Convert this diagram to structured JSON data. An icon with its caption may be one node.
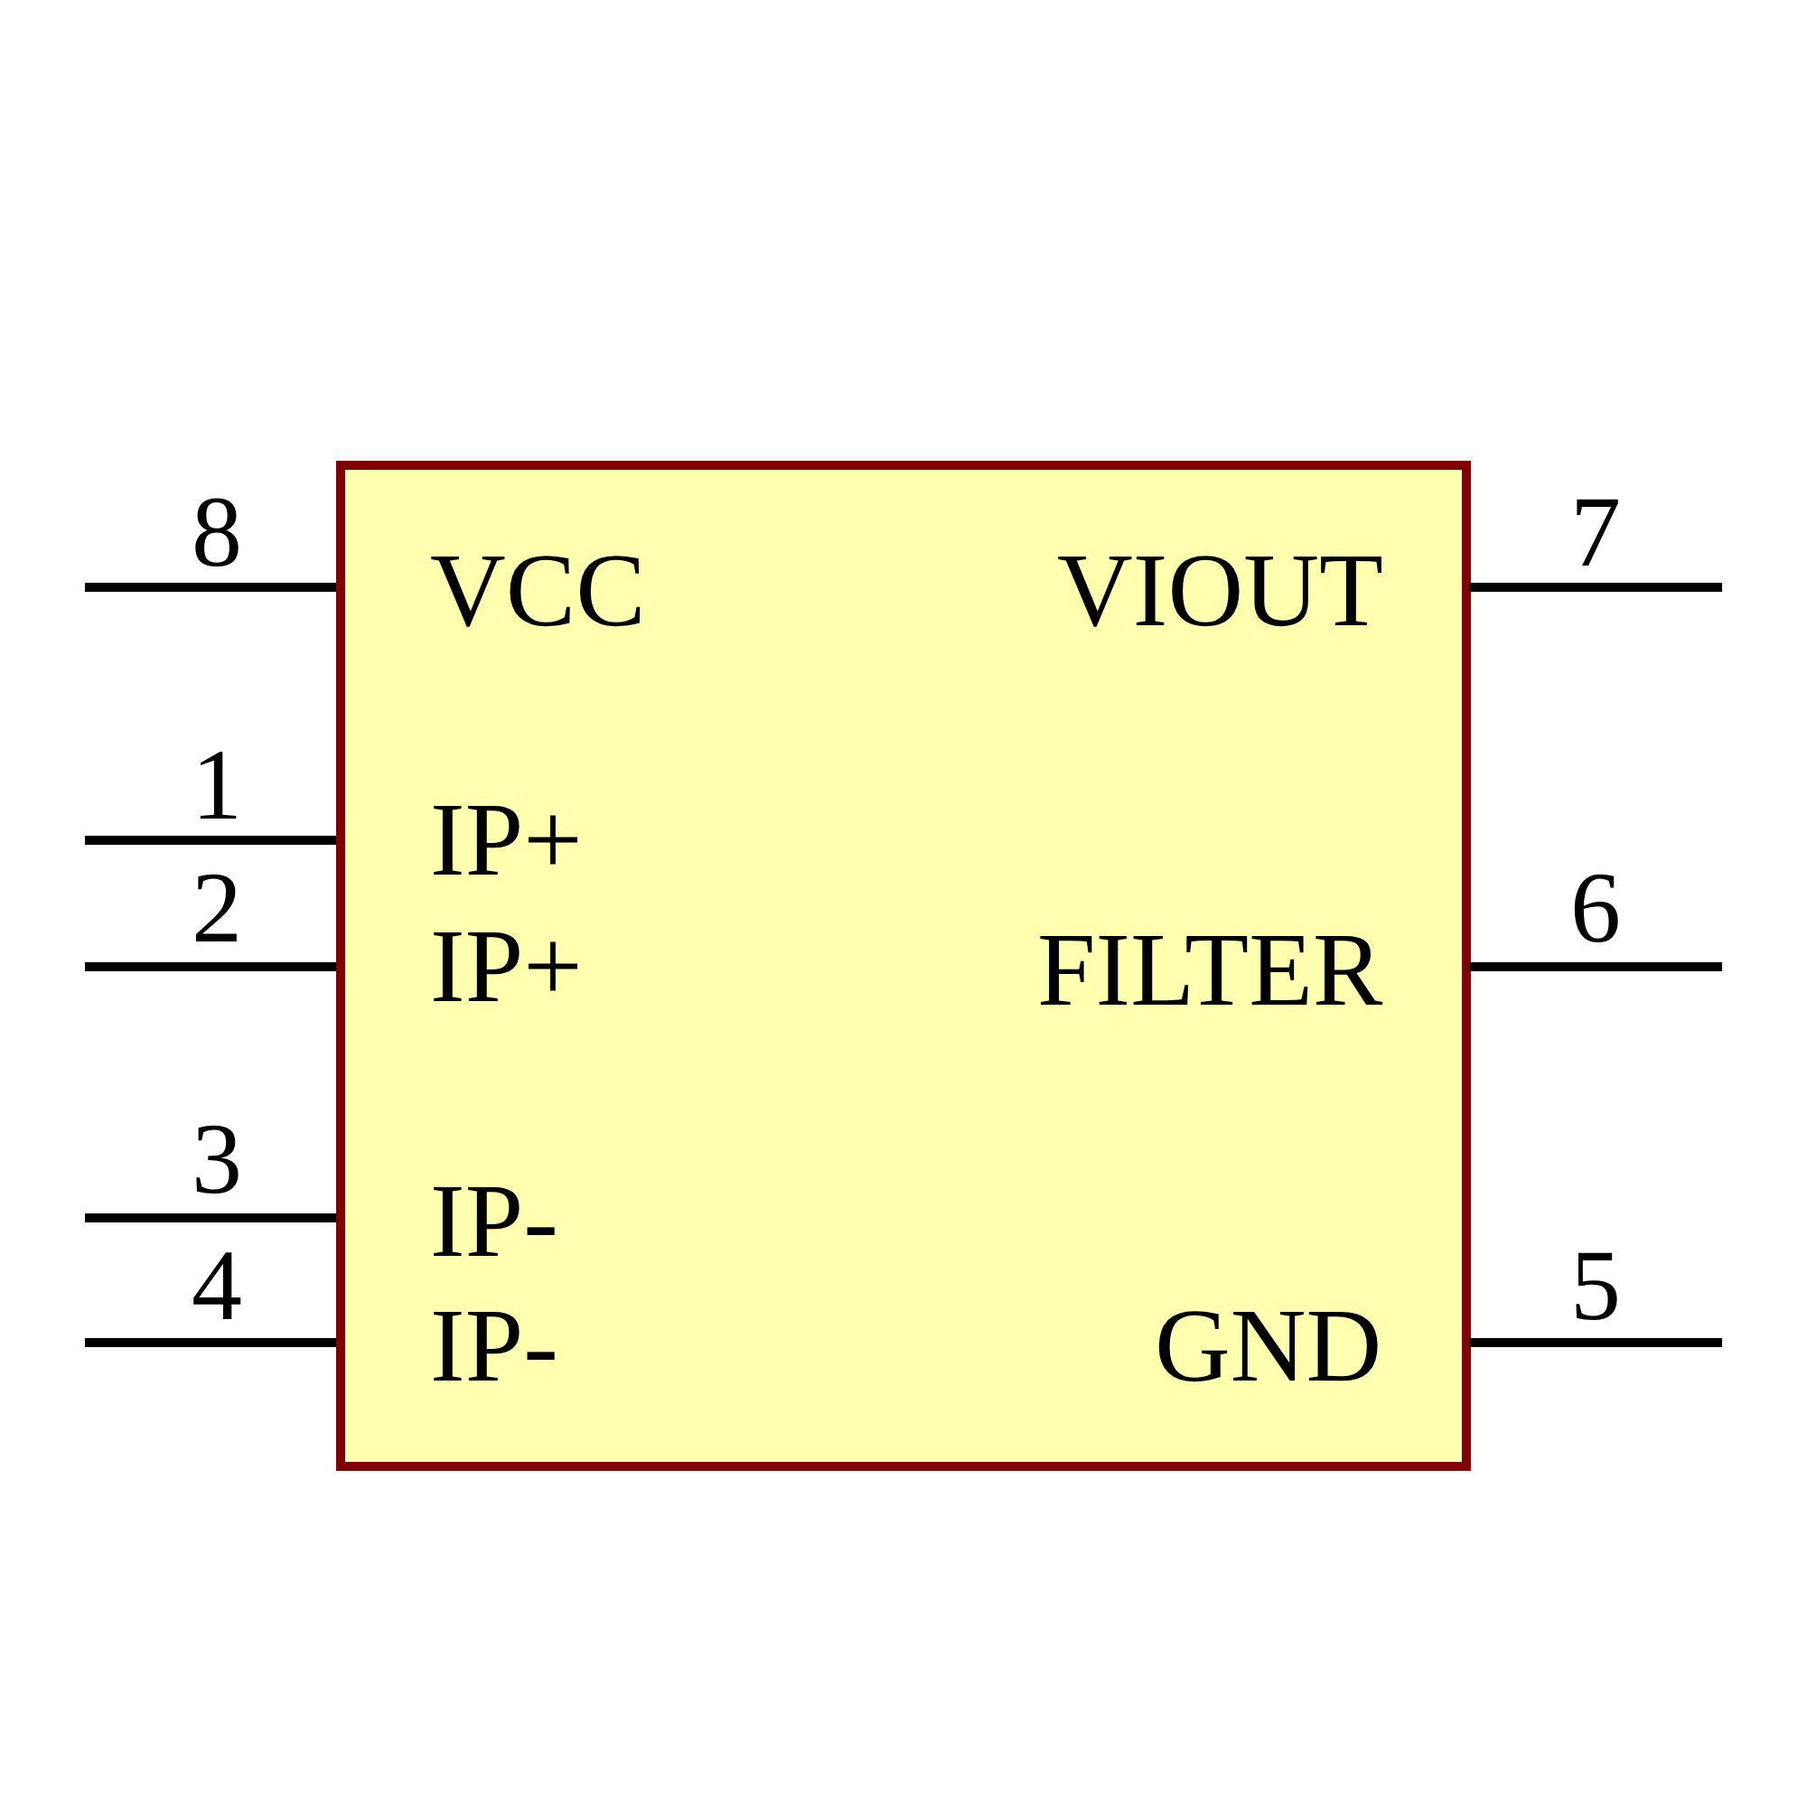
{
  "diagram": {
    "nodes": [
      {
        "text": [],
        "shape": "box"
      }
    ],
    "labels": [
      "8",
      "VCC",
      "VIOUT",
      "7",
      "1",
      "IP+",
      "2",
      "IP+",
      "FILTER",
      "6",
      "3",
      "IP-",
      "4",
      "IP-",
      "GND",
      "5"
    ]
  }
}
